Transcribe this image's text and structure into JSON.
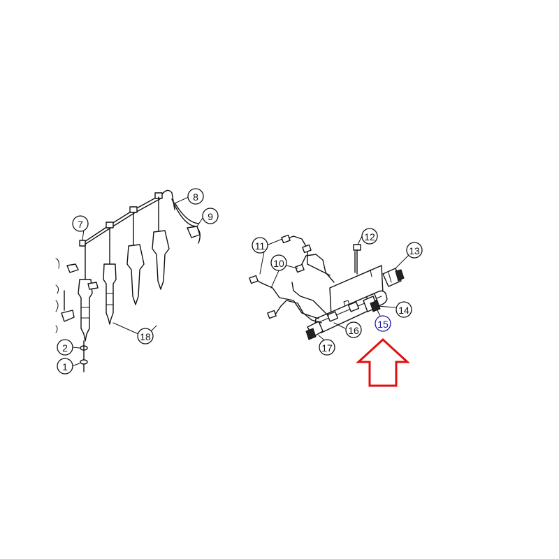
{
  "diagram": {
    "callouts": [
      {
        "id": "c1",
        "label": "1",
        "highlight": false
      },
      {
        "id": "c2",
        "label": "2",
        "highlight": false
      },
      {
        "id": "c7",
        "label": "7",
        "highlight": false
      },
      {
        "id": "c8",
        "label": "8",
        "highlight": false
      },
      {
        "id": "c9",
        "label": "9",
        "highlight": false
      },
      {
        "id": "c10",
        "label": "10",
        "highlight": false
      },
      {
        "id": "c11",
        "label": "11",
        "highlight": false
      },
      {
        "id": "c12",
        "label": "12",
        "highlight": false
      },
      {
        "id": "c13",
        "label": "13",
        "highlight": false
      },
      {
        "id": "c14",
        "label": "14",
        "highlight": false
      },
      {
        "id": "c15",
        "label": "15",
        "highlight": true
      },
      {
        "id": "c16",
        "label": "16",
        "highlight": false
      },
      {
        "id": "c17",
        "label": "17",
        "highlight": false
      },
      {
        "id": "c18",
        "label": "18",
        "highlight": false
      }
    ],
    "highlight_color": "#1a1aa8",
    "arrow_color": "#e01010",
    "line_color": "#111111"
  }
}
